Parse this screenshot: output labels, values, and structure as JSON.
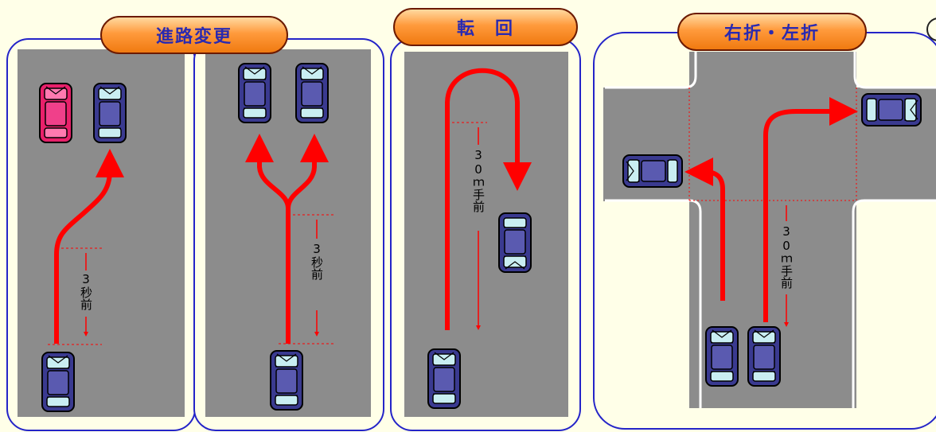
{
  "sections": {
    "lane_change": {
      "title": "進路変更"
    },
    "u_turn": {
      "title": "転　回"
    },
    "turn": {
      "title": "右折・左折"
    }
  },
  "labels": {
    "lane_change_left": "3秒前",
    "lane_change_right": "3秒前",
    "u_turn": "30ｍ手前",
    "right_turn": "30ｍ手前"
  },
  "colors": {
    "panel_border": "#2424C8",
    "road": "#8C8C8C",
    "path_arrow": "#FF0000",
    "car_main": "#3A3A90",
    "car_other": "#E8206A",
    "title_text": "#2A2AB0",
    "title_fill": "#F59A3A"
  }
}
